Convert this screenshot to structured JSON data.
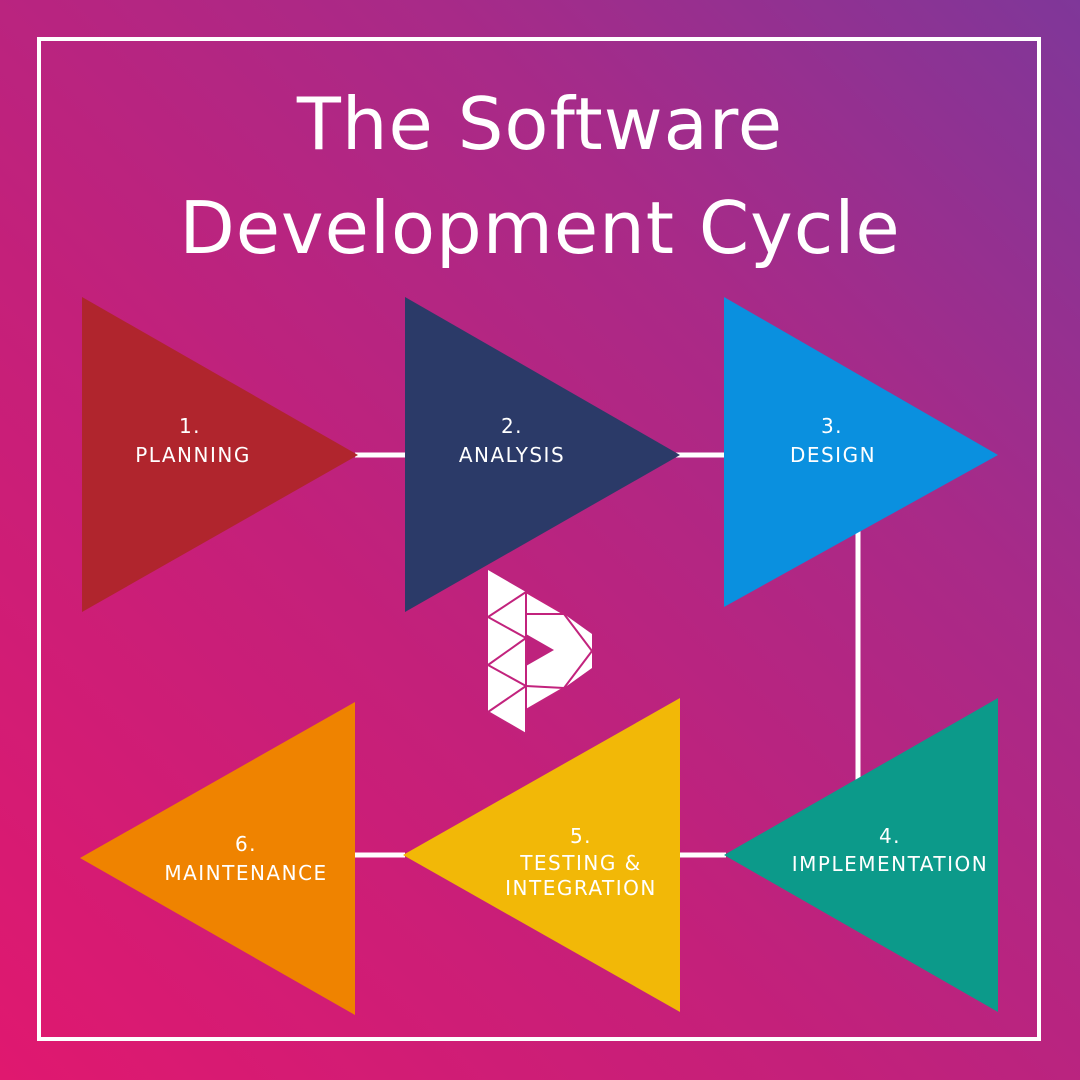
{
  "title": {
    "line1": "The Software",
    "line2": "Development Cycle"
  },
  "colors": {
    "frame": "#ffffff",
    "connector": "#ffffff",
    "logo": "#ffffff",
    "gradient_start": "#e0186f",
    "gradient_end": "#7f3799"
  },
  "steps": [
    {
      "number": "1.",
      "label": "PLANNING",
      "color": "#b0252d",
      "direction": "right"
    },
    {
      "number": "2.",
      "label": "ANALYSIS",
      "color": "#2b3a68",
      "direction": "right"
    },
    {
      "number": "3.",
      "label": "DESIGN",
      "color": "#0a90df",
      "direction": "right"
    },
    {
      "number": "4.",
      "label": "IMPLEMENTATION",
      "color": "#0c9a8a",
      "direction": "left"
    },
    {
      "number": "5.",
      "label_lines": [
        "TESTING &",
        "INTEGRATION"
      ],
      "color": "#f2b807",
      "direction": "left"
    },
    {
      "number": "6.",
      "label": "MAINTENANCE",
      "color": "#ef8300",
      "direction": "left"
    }
  ],
  "logo": {
    "icon": "p-logo-icon",
    "letter": "P"
  }
}
